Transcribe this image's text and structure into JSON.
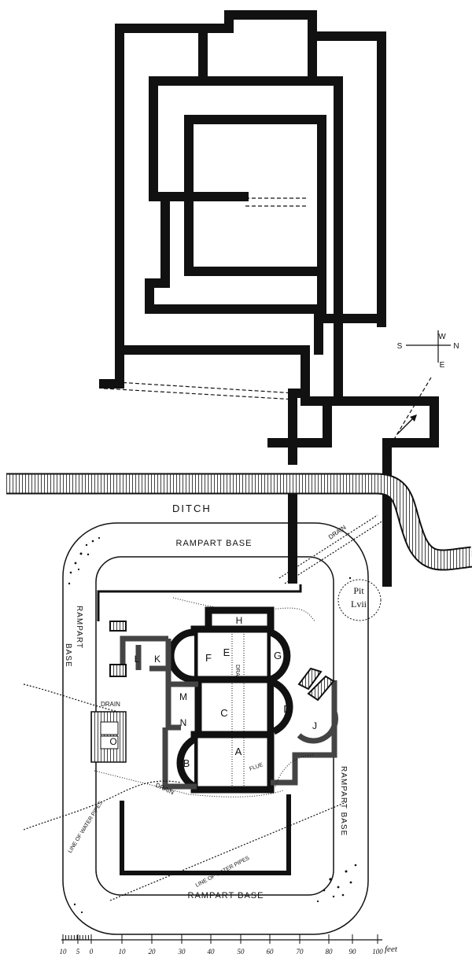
{
  "labels": {
    "ditch": "DITCH",
    "rampart_top": "RAMPART BASE",
    "rampart_bottom": "RAMPART BASE",
    "rampart_left_1": "RAMPART",
    "rampart_left_2": "BASE",
    "rampart_right": "RAMPART BASE",
    "drain_top": "DRAIN",
    "drain_left": "DRAIN",
    "drain_bottom": "DRAIN",
    "drain_inner": "DRAIN",
    "flue": "FLUE",
    "water_pipes_left": "LINE OF WATER PIPES",
    "water_pipes_bottom": "LINE OF WATER PIPES",
    "pit_1": "Pit",
    "pit_2": "Lvii"
  },
  "rooms": {
    "a": "A",
    "b": "B",
    "c": "C",
    "d": "D",
    "e": "E",
    "f": "F",
    "g": "G",
    "h": "H",
    "j": "J",
    "k": "K",
    "l": "L",
    "m": "M",
    "n": "N",
    "o": "O"
  },
  "compass": {
    "s": "S",
    "w": "W",
    "n": "N",
    "e": "E"
  },
  "scale": {
    "ticks": [
      "10",
      "5",
      "0",
      "10",
      "20",
      "30",
      "40",
      "50",
      "60",
      "70",
      "80",
      "90",
      "100"
    ],
    "unit": "feet"
  },
  "colors": {
    "ink": "#111111",
    "paper": "#ffffff"
  }
}
